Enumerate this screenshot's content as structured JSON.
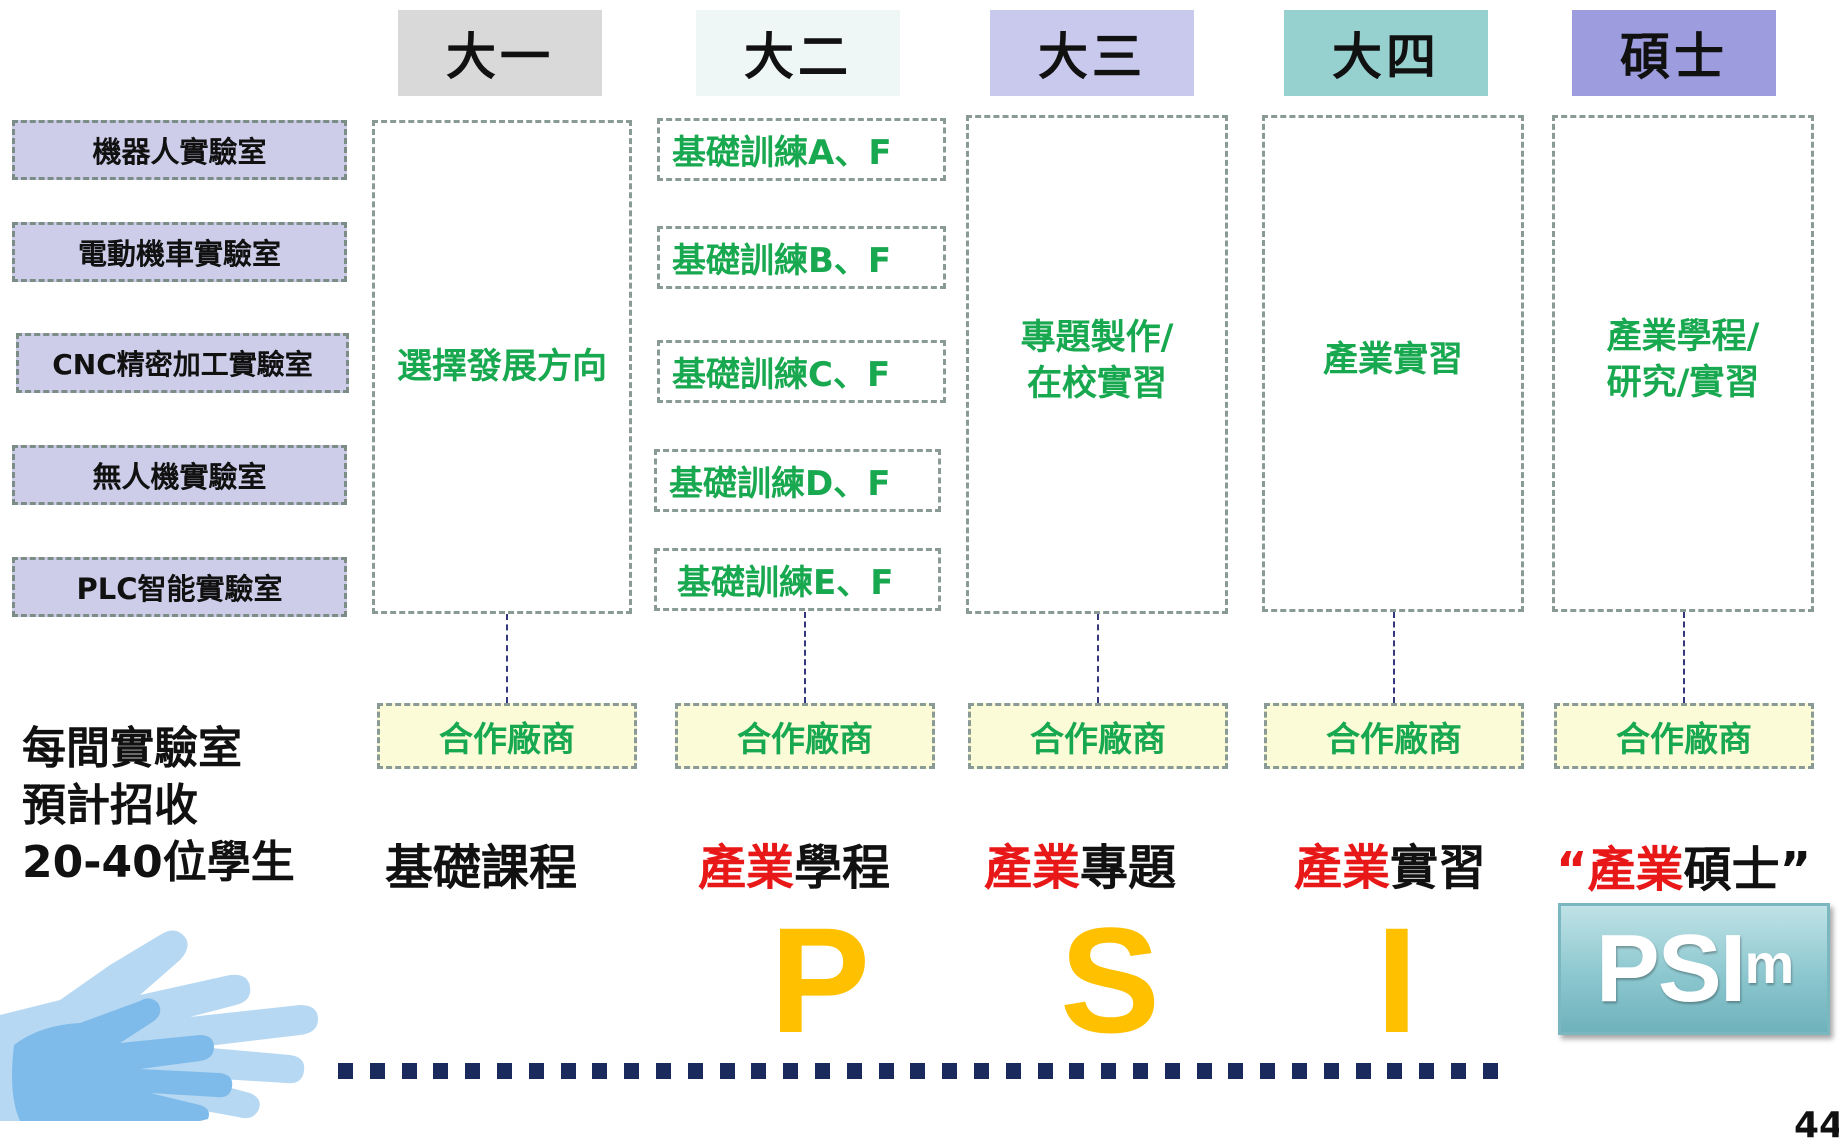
{
  "years": [
    "大一",
    "大二",
    "大三",
    "大四",
    "碩士"
  ],
  "year_colors": [
    "#d9d9d9",
    "#eef6f6",
    "#c9c9ee",
    "#96d1cf",
    "#9c9cdf"
  ],
  "labs": [
    "機器人實驗室",
    "電動機車實驗室",
    "CNC精密加工實驗室",
    "無人機實驗室",
    "PLC智能實驗室"
  ],
  "columns": {
    "year1": [
      "選擇發展方向"
    ],
    "year3": [
      "專題製作/",
      "在校實習"
    ],
    "year4": [
      "產業實習"
    ],
    "master": [
      "產業學程/",
      "研究/實習"
    ]
  },
  "trainings": [
    "基礎訓練A、F",
    "基礎訓練B、F",
    "基礎訓練C、F",
    "基礎訓練D、F",
    "基礎訓練E、F"
  ],
  "partner_label": "合作廠商",
  "note": [
    "每間實驗室",
    "預計招收",
    "20-40位學生"
  ],
  "programs": {
    "basic": "基礎課程",
    "p_red": "產業",
    "p_black": "學程",
    "s_red": "產業",
    "s_black": "專題",
    "i_red": "產業",
    "i_black": "實習",
    "m_quote_open": "“",
    "m_red": "產業",
    "m_black": "碩士",
    "m_quote_close": "”"
  },
  "psi_letters": [
    "P",
    "S",
    "I"
  ],
  "psim_logo": {
    "main": "PSI",
    "sup": "m"
  },
  "page_number": "44",
  "colors": {
    "green_text": "#18a84f",
    "red_text": "#e81818",
    "psi_yellow": "#ffc000",
    "lab_bg": "#cdcdea",
    "partner_bg": "#fbfbd7"
  }
}
